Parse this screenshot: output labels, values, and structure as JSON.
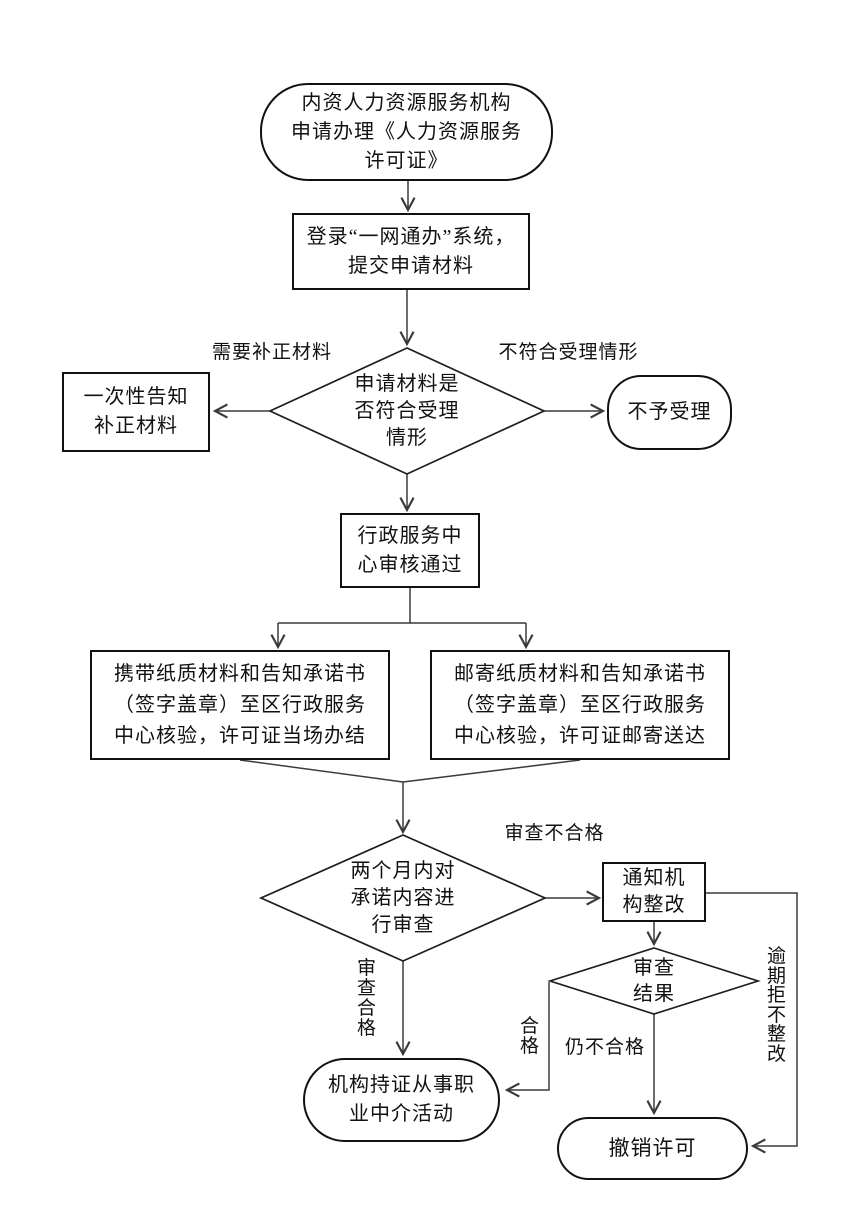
{
  "colors": {
    "background": "#ffffff",
    "line": "#3a3a3a",
    "node_border": "#111111",
    "text": "#111111"
  },
  "flowchart": {
    "title_hint": "内资人力资源服务机构许可办理流程图",
    "nodes": {
      "start": {
        "label": "内资人力资源服务机构\n申请办理《人力资源服务\n许可证》"
      },
      "login": {
        "label": "登录“一网通办”系统，\n提交申请材料"
      },
      "accept_decision": {
        "label": "申请材料是\n否符合受理\n情形"
      },
      "notify_supplement": {
        "label": "一次性告知\n补正材料"
      },
      "reject": {
        "label": "不予受理"
      },
      "center_review": {
        "label": "行政服务中\n心审核通过"
      },
      "carry_materials": {
        "label": "携带纸质材料和告知承诺书\n（签字盖章）至区行政服务\n中心核验，许可证当场办结"
      },
      "mail_materials": {
        "label": "邮寄纸质材料和告知承诺书\n（签字盖章）至区行政服务\n中心核验，许可证邮寄送达"
      },
      "commitment_review": {
        "label": "两个月内对\n承诺内容进\n行审查"
      },
      "notify_rectify": {
        "label": "通知机\n构整改"
      },
      "review_result": {
        "label": "审查\n结果"
      },
      "licensed_activity": {
        "label": "机构持证从事职\n业中介活动"
      },
      "revoke_license": {
        "label": "撤销许可"
      }
    },
    "edge_labels": {
      "need_supplement": "需要补正材料",
      "not_acceptable": "不符合受理情形",
      "review_fail": "审查不合格",
      "review_pass": "审\n查\n合\n格",
      "pass": "合\n格",
      "still_fail": "仍不合格",
      "overdue_refuse": "逾\n期\n拒\n不\n整\n改"
    }
  }
}
